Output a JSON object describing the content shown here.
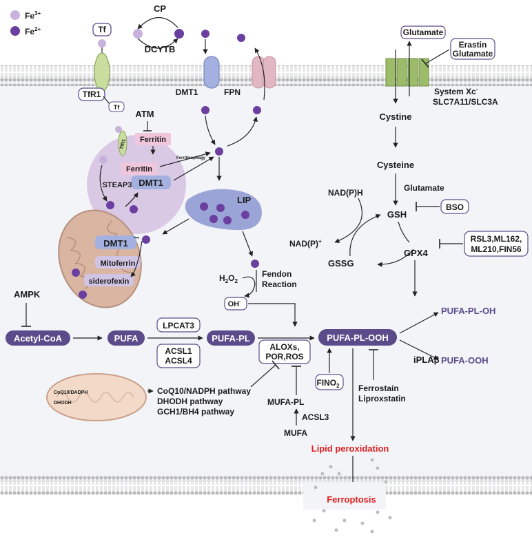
{
  "legend": {
    "fe3": "Fe",
    "fe3_sup": "3+",
    "fe2": "Fe",
    "fe2_sup": "2+",
    "fe3_color": "#c8b2dc",
    "fe2_color": "#6b3fa0"
  },
  "iron": {
    "cp": "CP",
    "dcytb": "DCYTB",
    "tf": "Tf",
    "tfr1": "TfR1",
    "dmt1": "DMT1",
    "fpn": "FPN",
    "atm": "ATM",
    "ferritin": "Ferritin",
    "ferritinophagy": "Ferritinophagy",
    "steap3": "STEAP3",
    "endo_tf": "Tf",
    "endo_tfr1": "TfR1",
    "lip": "LIP",
    "mito_dmt1": "DMT1",
    "mitoferrin": "Mitoferrin",
    "siderofexin": "siderofexin",
    "h2o2": "H",
    "h2o2_sub1": "2",
    "h2o2_o": "O",
    "h2o2_sub2": "2",
    "fenton1": "Fendon",
    "fenton2": "Reaction",
    "oh": "OH",
    "oh_sup": "-"
  },
  "system_xc": {
    "glutamate_out": "Glutamate",
    "erastin1": "Erastin",
    "erastin2": "Glutamate",
    "label1": "System Xc",
    "label1_sup": "-",
    "label2": "SLC7A11/SLC3A",
    "cystine": "Cystine",
    "cysteine": "Cysteine",
    "glutamate_in": "Glutamate",
    "gsh": "GSH",
    "bso": "BSO",
    "nadph": "NAD(P)H",
    "nadp": "NAD(P)",
    "nadp_sup": "+",
    "gssg": "GSSG",
    "gpx4": "GPX4",
    "inhib1": "RSL3,ML162,",
    "inhib2": "ML210,FIN56"
  },
  "lipid": {
    "ampk": "AMPK",
    "acetyl_coa": "Acetyl-CoA",
    "pufa": "PUFA",
    "lpcat3": "LPCAT3",
    "acsl1": "ACSL1",
    "acsl4": "ACSL4",
    "pufa_pl": "PUFA-PL",
    "alox1": "ALOXs,",
    "alox2": "POR,ROS",
    "pufa_pl_ooh": "PUFA-PL-OOH",
    "pufa_pl_oh": "PUFA-PL-OH",
    "pufa_ooh": "PUFA-OOH",
    "iplab": "iPLAβ",
    "fino": "FINO",
    "fino_sub": "2",
    "ferrostain": "Ferrostain",
    "liproxstatin": "Liproxstatin",
    "mufa_pl": "MUFA-PL",
    "acsl3": "ACSL3",
    "mufa": "MUFA",
    "coq_mito1": "CoQ10/DADPH",
    "coq_mito2": "DHODH",
    "coq_path": "CoQ10/NADPH pathway",
    "dhodh_path": "DHODH pathway",
    "gch_path": "GCH1/BH4 pathway"
  },
  "outcome": {
    "lipid_perox": "Lipid peroxidation",
    "ferroptosis": "Ferroptosis"
  },
  "colors": {
    "dark_pill": "#5b4b8a",
    "purple_text": "#5a4a8a",
    "red": "#e02020",
    "pink_box": "#f0c6dc"
  }
}
